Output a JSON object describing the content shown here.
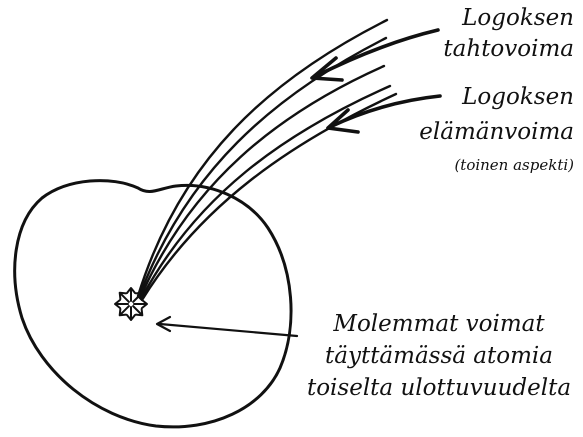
{
  "labels": {
    "will_line1": "Logoksen",
    "will_line2": "tahtovoima",
    "life_line1": "Logoksen",
    "life_line2": "elämänvoima",
    "life_line3": "(toinen aspekti)",
    "atom_line1": "Molemmat voimat",
    "atom_line2": "täyttämässä atomia",
    "atom_line3": "toiselta ulottuvuudelta"
  },
  "colors": {
    "ink": "#111111",
    "background": "#ffffff"
  }
}
